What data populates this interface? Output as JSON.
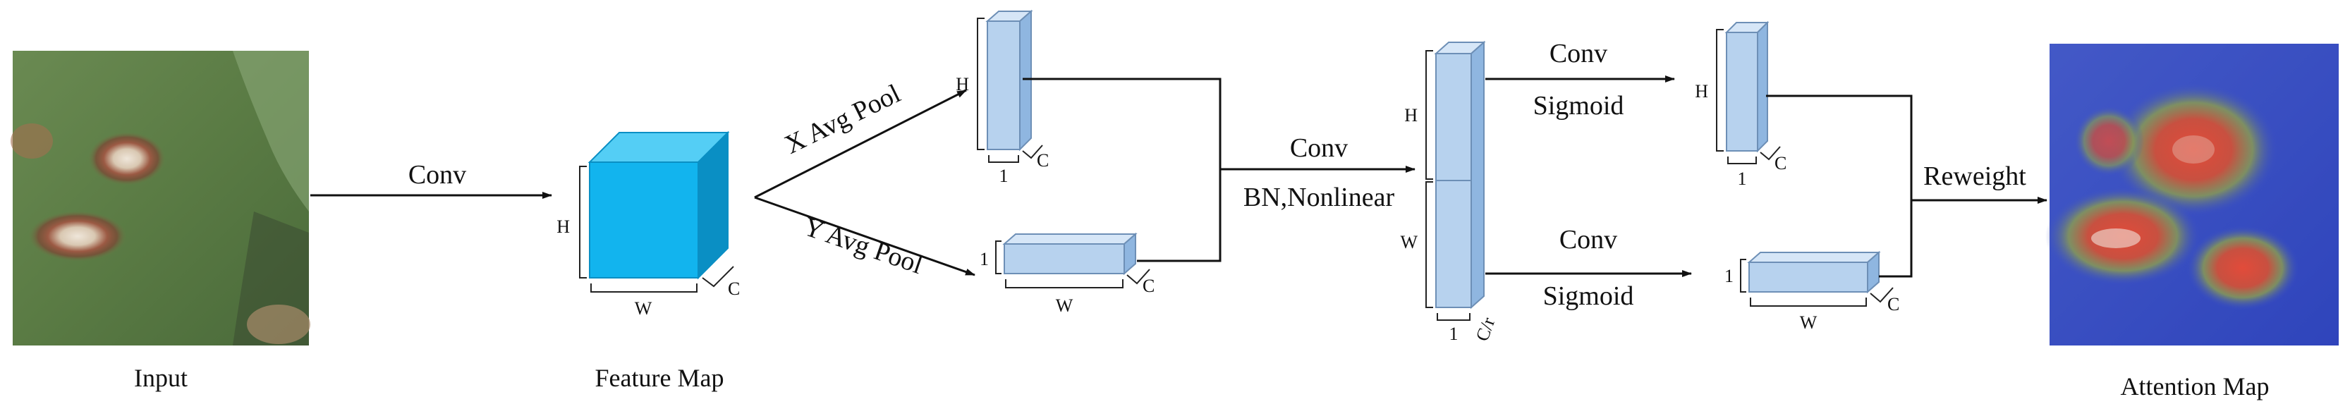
{
  "captions": {
    "input": "Input",
    "feature_map": "Feature Map",
    "attention_map": "Attention Map"
  },
  "operations": {
    "conv_main": "Conv",
    "x_pool": "X Avg Pool",
    "y_pool": "Y Avg Pool",
    "conv_mid": "Conv",
    "bn_nonlinear": "BN,Nonlinear",
    "conv_top": "Conv",
    "sigmoid_top": "Sigmoid",
    "conv_bottom": "Conv",
    "sigmoid_bottom": "Sigmoid",
    "reweight": "Reweight"
  },
  "dimensions": {
    "h": "H",
    "w": "W",
    "c": "C",
    "one": "1",
    "c_over_r": "C/r"
  },
  "colors": {
    "cube_front": "#12b4ee",
    "cube_top": "#54cef5",
    "cube_side": "#0a8fc4",
    "block": "#b7d2ee",
    "leaf_green": "#5a7b44",
    "attention_blue": "#3a4fc8",
    "hotspot_red": "#c84a3c"
  }
}
